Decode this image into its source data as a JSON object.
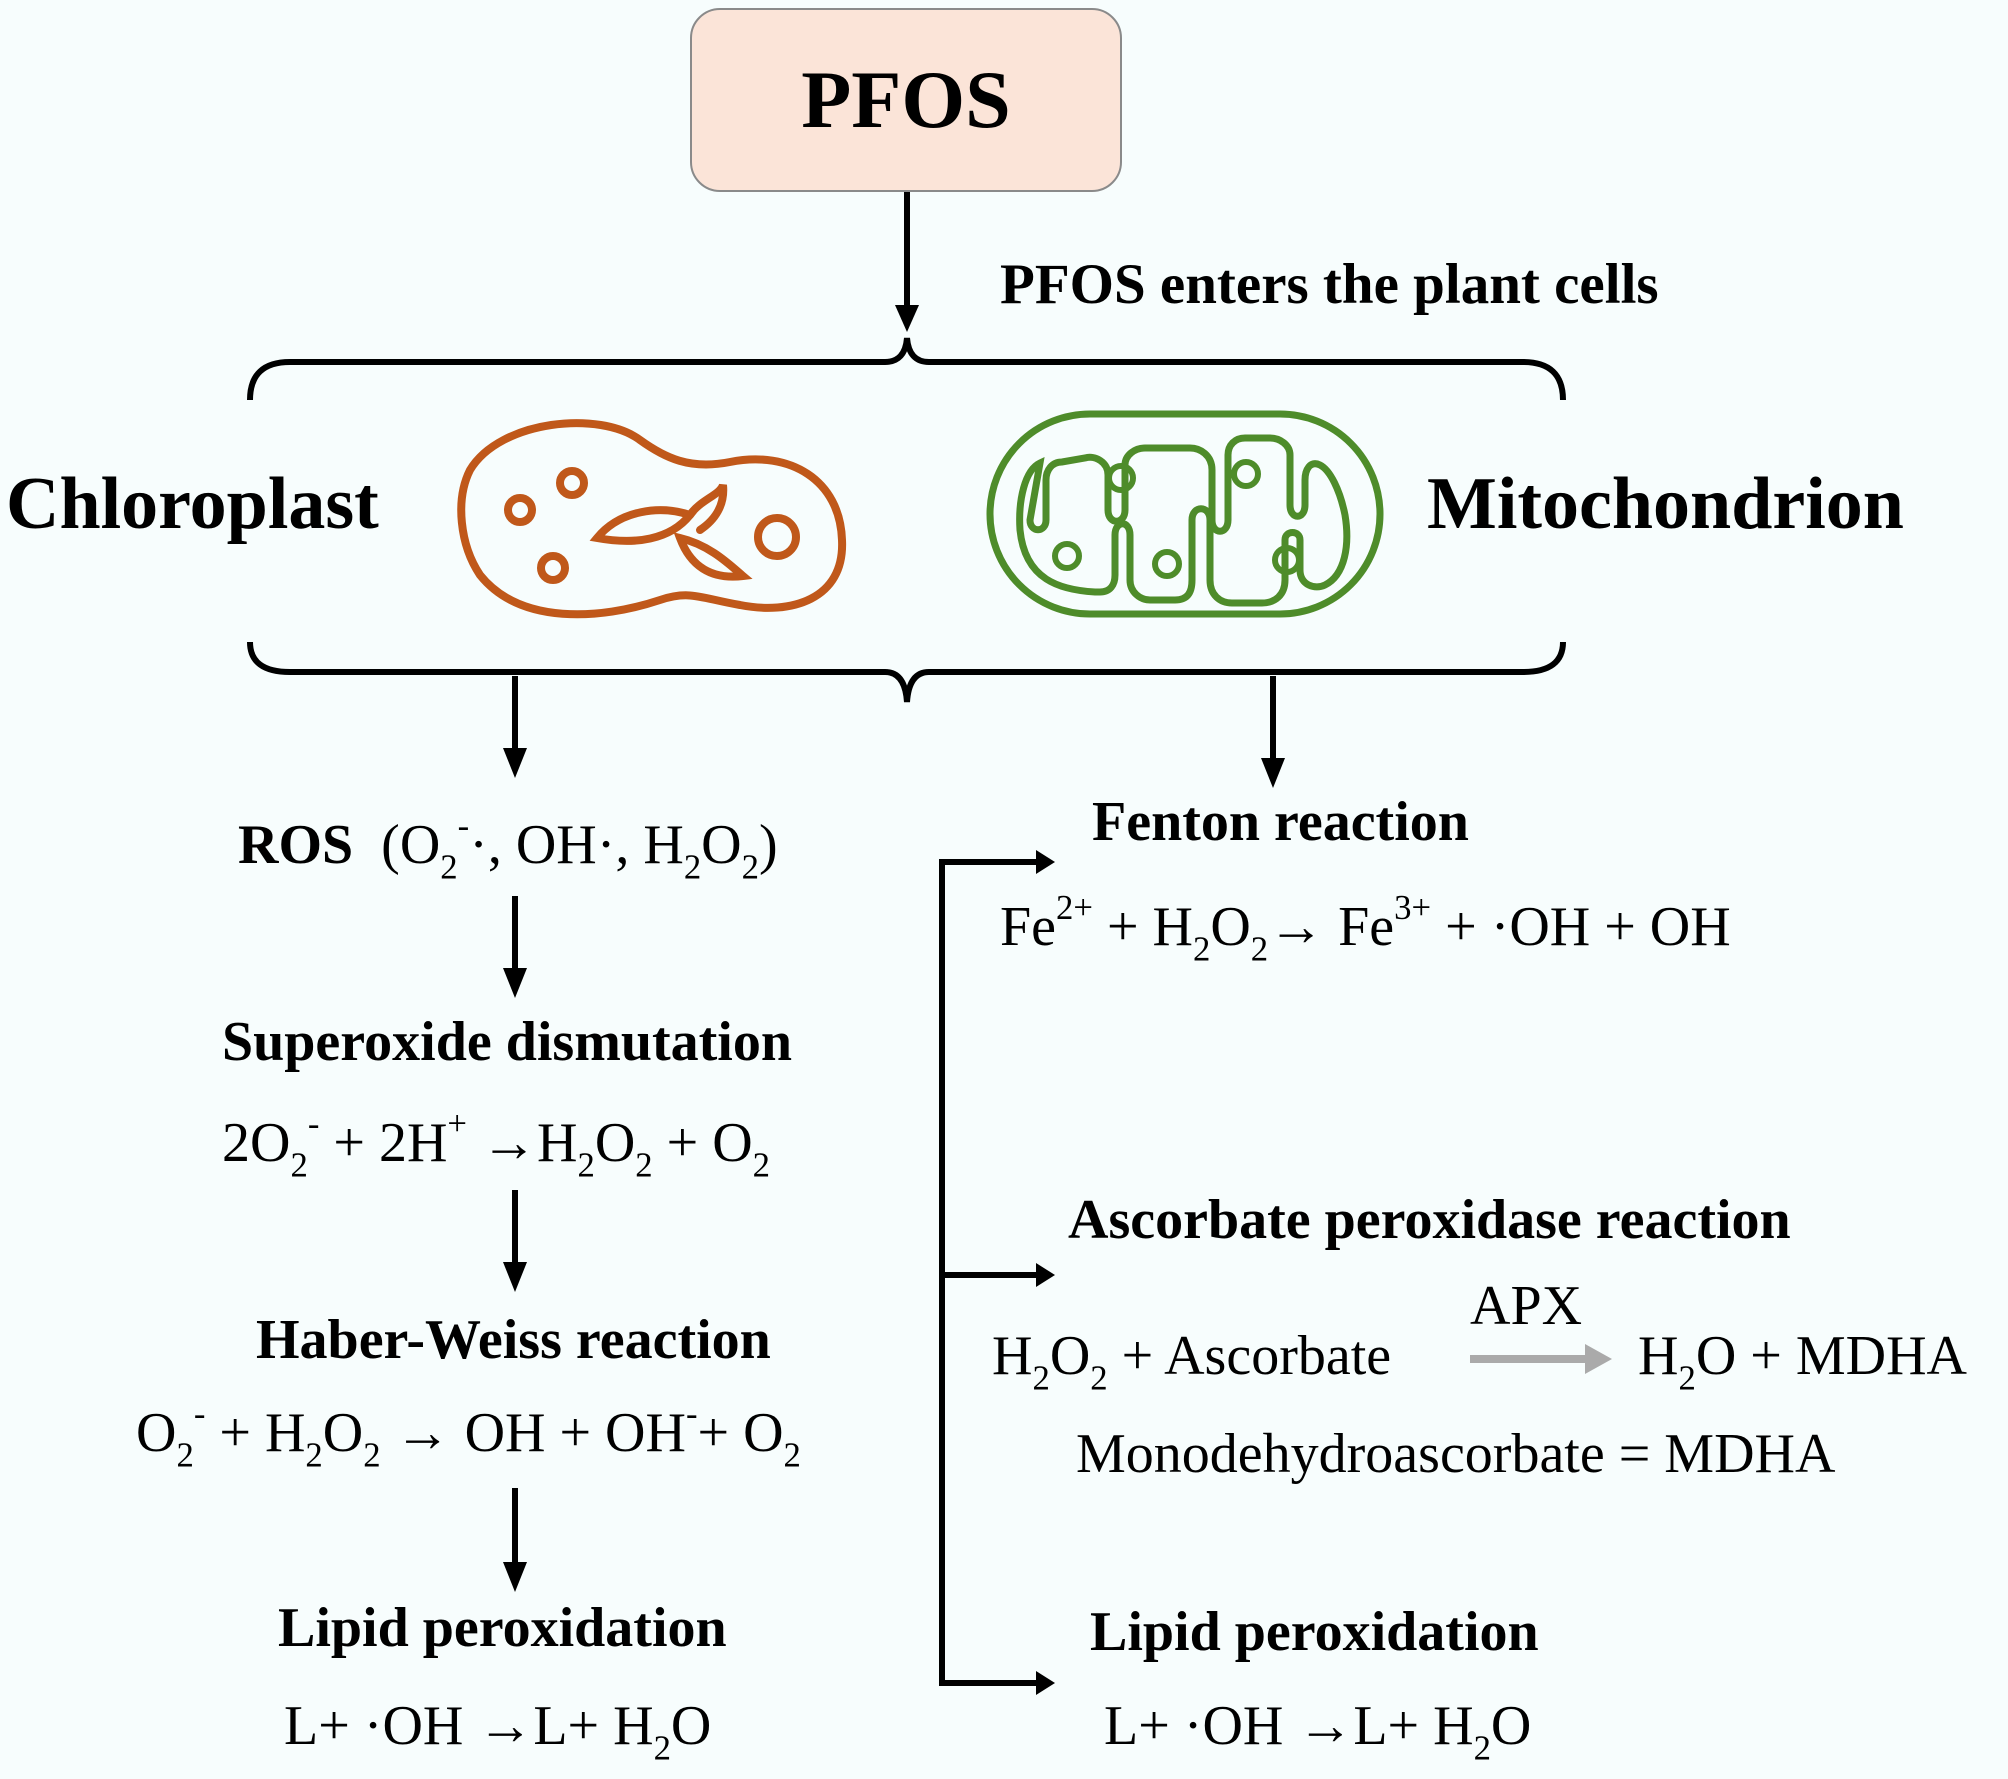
{
  "title": "PFOS",
  "entry_label": "PFOS enters the  plant cells",
  "organelles": {
    "left": {
      "label": "Chloroplast",
      "icon": "chloroplast-icon",
      "color": "#c0581a"
    },
    "right": {
      "label": "Mitochondrion",
      "icon": "mitochondrion-icon",
      "color": "#4e8c2a"
    }
  },
  "left_pathway": {
    "ros": {
      "label": "ROS",
      "species": [
        "O",
        "2",
        "-",
        "·, OH·, H",
        "2",
        "O",
        "2"
      ]
    },
    "steps": [
      {
        "title": "Superoxide dismutation",
        "equation": {
          "p1": "2O",
          "s1": "2",
          "sup1": "-",
          "p2": " + 2H",
          "sup2": "+",
          "p3": " →H",
          "s2": "2",
          "p4": "O",
          "s3": "2",
          "p5": " + O",
          "s4": "2"
        }
      },
      {
        "title": "Haber-Weiss reaction",
        "equation": {
          "p1": "O",
          "s1": "2",
          "sup1": "-",
          "p2": " +  H",
          "s2": "2",
          "p3": "O",
          "s3": "2",
          "p4": " →  OH + OH",
          "sup2": "-",
          "p5": "+ O",
          "s4": "2"
        }
      },
      {
        "title": "Lipid peroxidation",
        "equation": {
          "p1": "L+ ·OH →L+ H",
          "s1": "2",
          "p2": "O"
        }
      }
    ]
  },
  "right_pathway": {
    "fenton": {
      "title": "Fenton reaction",
      "equation": {
        "p1": "Fe",
        "sup1": "2+",
        "p2": " + H",
        "s1": "2",
        "p3": "O",
        "s2": "2",
        "p4": "→ Fe",
        "sup2": "3+",
        "p5": "  + ·OH + OH"
      }
    },
    "apx": {
      "title": "Ascorbate peroxidase reaction",
      "enzyme": "APX",
      "equation": {
        "p1": "H",
        "s1": "2",
        "p2": "O",
        "s2": "2",
        "p3": " + Ascorbate",
        "p4": "H",
        "s3": "2",
        "p5": "O + MDHA"
      },
      "note": "Monodehydroascorbate = MDHA",
      "arrow_color": "#aaaaaa"
    },
    "lipid": {
      "title": "Lipid peroxidation",
      "equation": {
        "p1": "L+ ·OH →L+ H",
        "s1": "2",
        "p2": "O"
      }
    }
  },
  "colors": {
    "box_fill": "#fbe4d8",
    "box_border": "#8a8a8a",
    "background": "#f7fdfd"
  }
}
